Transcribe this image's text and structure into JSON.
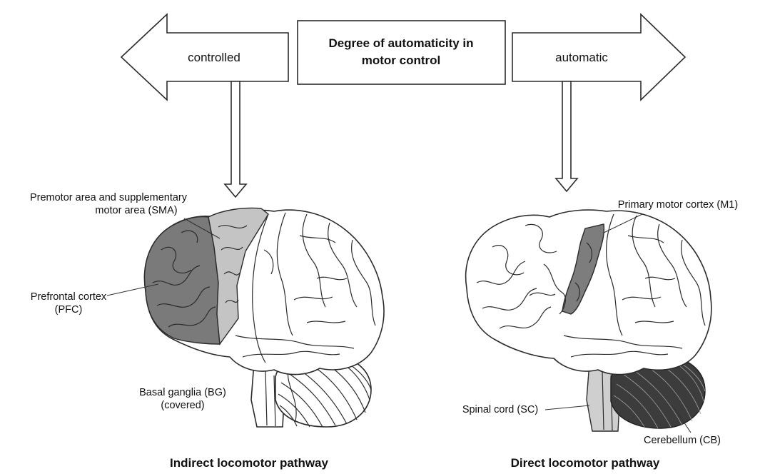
{
  "header": {
    "center_line1": "Degree of automaticity in",
    "center_line2": "motor control",
    "left_arrow": "controlled",
    "right_arrow": "automatic"
  },
  "left_brain": {
    "label_sma_line1": "Premotor area and supplementary",
    "label_sma_line2": "motor area (SMA)",
    "label_pfc_line1": "Prefrontal cortex",
    "label_pfc_line2": "(PFC)",
    "label_bg_line1": "Basal ganglia (BG)",
    "label_bg_line2": "(covered)",
    "caption": "Indirect locomotor pathway"
  },
  "right_brain": {
    "label_m1": "Primary motor cortex (M1)",
    "label_sc": "Spinal cord (SC)",
    "label_cb": "Cerebellum (CB)",
    "caption": "Direct locomotor pathway"
  },
  "colors": {
    "stroke": "#2b2b2b",
    "pfc_fill": "#7a7a7a",
    "sma_fill": "#c4c4c4",
    "m1_fill": "#7d7d7d",
    "cerebellum_dark": "#3c3c3c",
    "spinal_light": "#cfcfcf"
  }
}
